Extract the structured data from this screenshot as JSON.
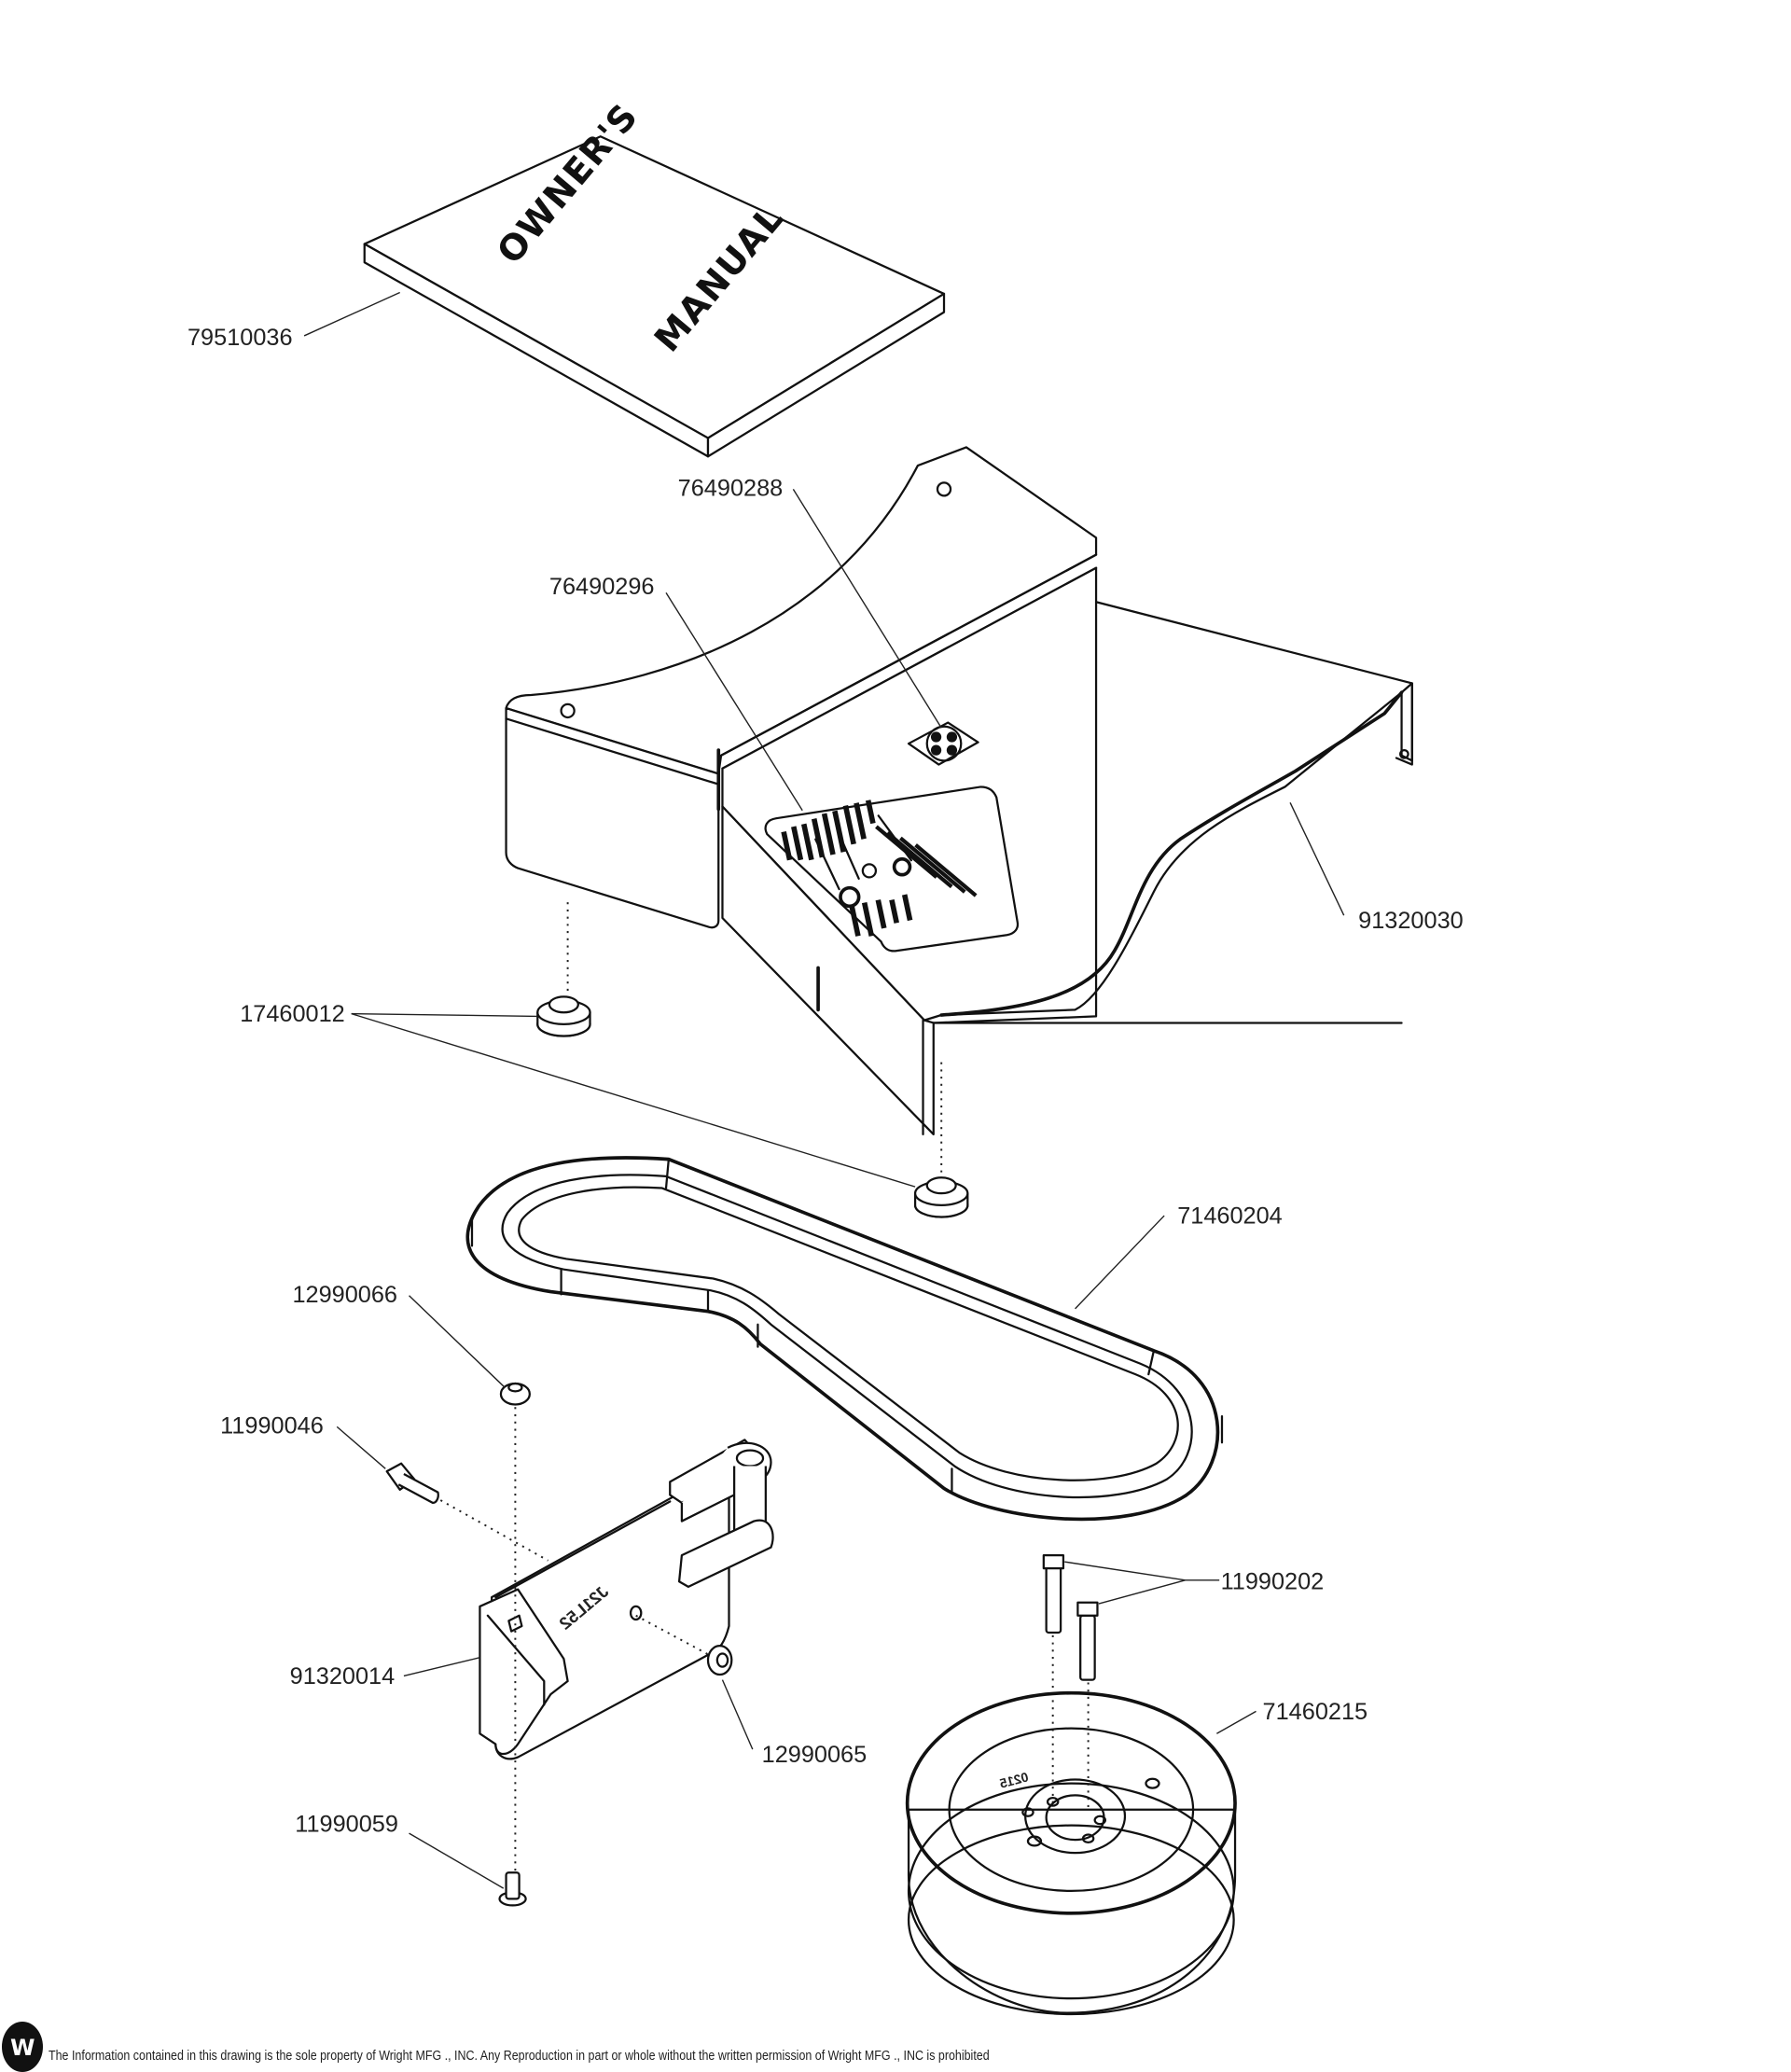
{
  "diagram": {
    "title": "Exploded parts view",
    "manual_cover": {
      "line1": "OWNER'S",
      "line2": "MANUAL"
    },
    "part_labels": {
      "owners_manual": "79510036",
      "decal_fan": "76490288",
      "decal_belt_routing": "76490296",
      "belt_shield": "91320030",
      "bumper": "17460012",
      "belt": "71460204",
      "nut_top": "12990066",
      "bolt_pivot": "11990046",
      "idler_bracket": "91320014",
      "nut_side": "12990065",
      "bolt_bottom": "11990059",
      "pulley_bolts": "11990202",
      "pulley": "71460215"
    },
    "bracket_stamp": "J21L52",
    "pulley_stamp": "0215"
  },
  "footer": {
    "logo": "W",
    "notice": "The Information contained in this drawing is the sole property of Wright MFG ., INC. Any Reproduction in part or whole without the written permission of Wright MFG ., INC is prohibited"
  }
}
